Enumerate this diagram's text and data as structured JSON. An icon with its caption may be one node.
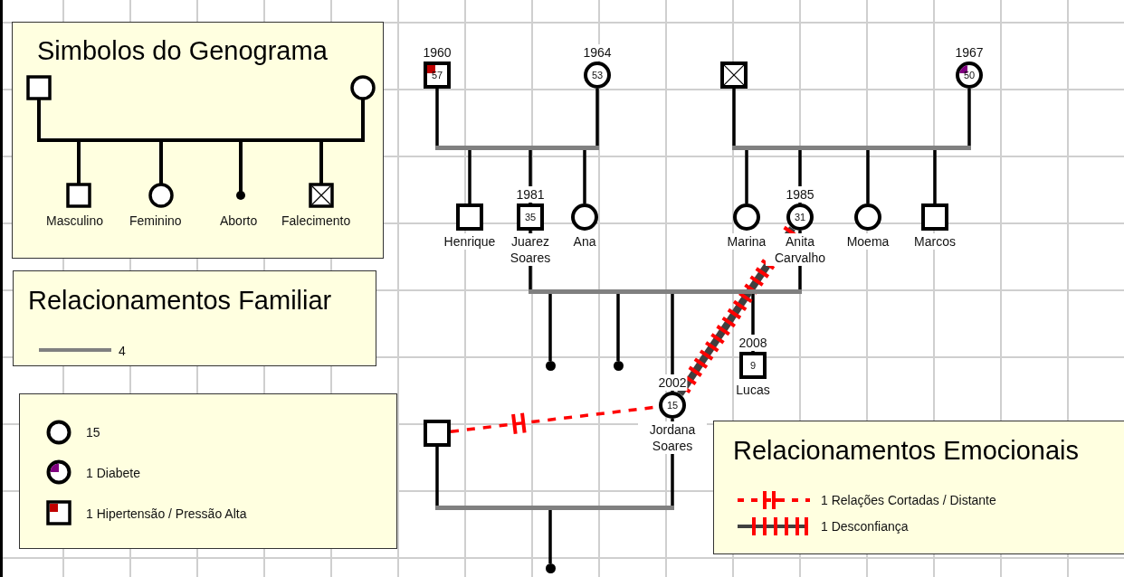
{
  "diagram": {
    "nodes": [
      {
        "text": [
          "57"
        ],
        "beside": [
          "1960"
        ]
      },
      {
        "text": [
          "53"
        ],
        "beside": [
          "1964"
        ]
      },
      {
        "text": [],
        "shape": "box"
      },
      {
        "text": [
          "50"
        ],
        "beside": [
          "1967"
        ]
      },
      {
        "text": [],
        "shape": "bar"
      },
      {
        "text": [],
        "shape": "bar"
      },
      {
        "text": [],
        "shape": "box",
        "beside": [
          "Henrique"
        ]
      },
      {
        "text": [
          "35"
        ],
        "beside": [
          "1981",
          "Juarez Soares"
        ]
      },
      {
        "text": [],
        "shape": "circle",
        "beside": [
          "Ana"
        ]
      },
      {
        "text": [],
        "shape": "circle",
        "beside": [
          "Marina"
        ]
      },
      {
        "text": [
          "31"
        ],
        "beside": [
          "1985",
          "Anita Carvalho"
        ]
      },
      {
        "text": [],
        "shape": "circle",
        "beside": [
          "Moema"
        ]
      },
      {
        "text": [],
        "shape": "box",
        "beside": [
          "Marcos"
        ]
      },
      {
        "text": [],
        "shape": "bar"
      },
      {
        "text": [],
        "shape": "dot"
      },
      {
        "text": [],
        "shape": "dot"
      },
      {
        "text": [
          "15"
        ],
        "beside": [
          "2002",
          "Jordana Soares"
        ]
      },
      {
        "text": [
          "9"
        ],
        "beside": [
          "2008",
          "Lucas"
        ]
      },
      {
        "text": [],
        "shape": "box"
      },
      {
        "text": [],
        "shape": "bar"
      },
      {
        "text": [],
        "shape": "dot"
      }
    ],
    "edges": [
      {
        "from": 0,
        "to": 4,
        "arrow": "none"
      },
      {
        "from": 1,
        "to": 4,
        "arrow": "none"
      },
      {
        "from": 4,
        "to": 6,
        "arrow": "none"
      },
      {
        "from": 4,
        "to": 7,
        "arrow": "none"
      },
      {
        "from": 4,
        "to": 8,
        "arrow": "none"
      },
      {
        "from": 2,
        "to": 5,
        "arrow": "none"
      },
      {
        "from": 3,
        "to": 5,
        "arrow": "none"
      },
      {
        "from": 5,
        "to": 9,
        "arrow": "none"
      },
      {
        "from": 5,
        "to": 10,
        "arrow": "none"
      },
      {
        "from": 5,
        "to": 11,
        "arrow": "none"
      },
      {
        "from": 5,
        "to": 12,
        "arrow": "none"
      },
      {
        "from": 7,
        "to": 13,
        "arrow": "none"
      },
      {
        "from": 10,
        "to": 13,
        "arrow": "none"
      },
      {
        "from": 13,
        "to": 14,
        "arrow": "none"
      },
      {
        "from": 13,
        "to": 15,
        "arrow": "none"
      },
      {
        "from": 13,
        "to": 16,
        "arrow": "none"
      },
      {
        "from": 13,
        "to": 17,
        "arrow": "none"
      },
      {
        "from": 18,
        "to": 19,
        "arrow": "none"
      },
      {
        "from": 16,
        "to": 19,
        "arrow": "none"
      },
      {
        "from": 19,
        "to": 20,
        "arrow": "none"
      },
      {
        "from": 18,
        "to": 16,
        "arrow": "none",
        "style": "dashed",
        "color": "#ff0000"
      },
      {
        "from": 16,
        "to": 10,
        "arrow": "none",
        "style": "thick",
        "color": "#404040"
      }
    ],
    "labels": [
      "Simbolos do Genograma",
      "Relacionamentos Familiar",
      "Relacionamentos Emocionais"
    ],
    "legend": [
      {
        "text": "Masculino"
      },
      {
        "text": "Feminino"
      },
      {
        "text": "Aborto"
      },
      {
        "text": "Falecimento"
      },
      {
        "text": "4"
      },
      {
        "text": "15"
      },
      {
        "text": "1 Diabete"
      },
      {
        "text": "1 Hipertensão / Pressão Alta"
      },
      {
        "text": "1 Relações Cortadas / Distante"
      },
      {
        "text": "1 Desconfiança"
      }
    ]
  }
}
